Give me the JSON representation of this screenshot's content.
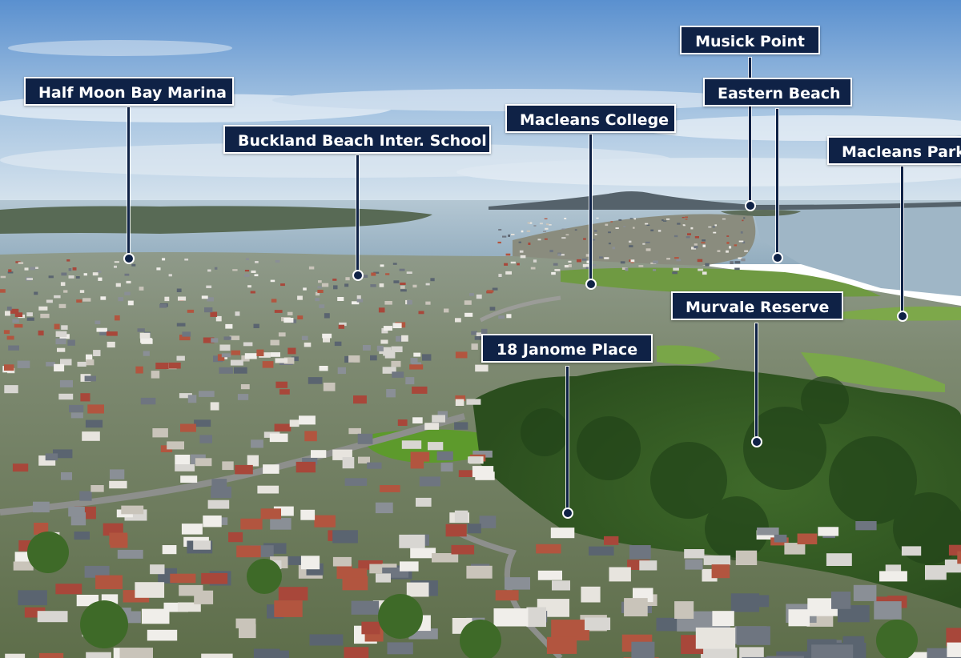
{
  "photo": {
    "subject": "aerial-suburb-harbour",
    "colors": {
      "sky_top": "#5d93d0",
      "sky_bottom": "#d6e4ef",
      "water": "#9fb6c6",
      "label_bg": "#0f2246",
      "label_text": "#ffffff"
    }
  },
  "labels": [
    {
      "id": "half-moon-bay-marina",
      "text": "Half Moon Bay Marina"
    },
    {
      "id": "buckland-beach-school",
      "text": "Buckland Beach Inter. School"
    },
    {
      "id": "macleans-college",
      "text": "Macleans College"
    },
    {
      "id": "musick-point",
      "text": "Musick Point"
    },
    {
      "id": "eastern-beach",
      "text": "Eastern Beach"
    },
    {
      "id": "macleans-park",
      "text": "Macleans Park"
    },
    {
      "id": "murvale-reserve",
      "text": "Murvale Reserve"
    },
    {
      "id": "18-janome-place",
      "text": "18 Janome Place"
    }
  ]
}
